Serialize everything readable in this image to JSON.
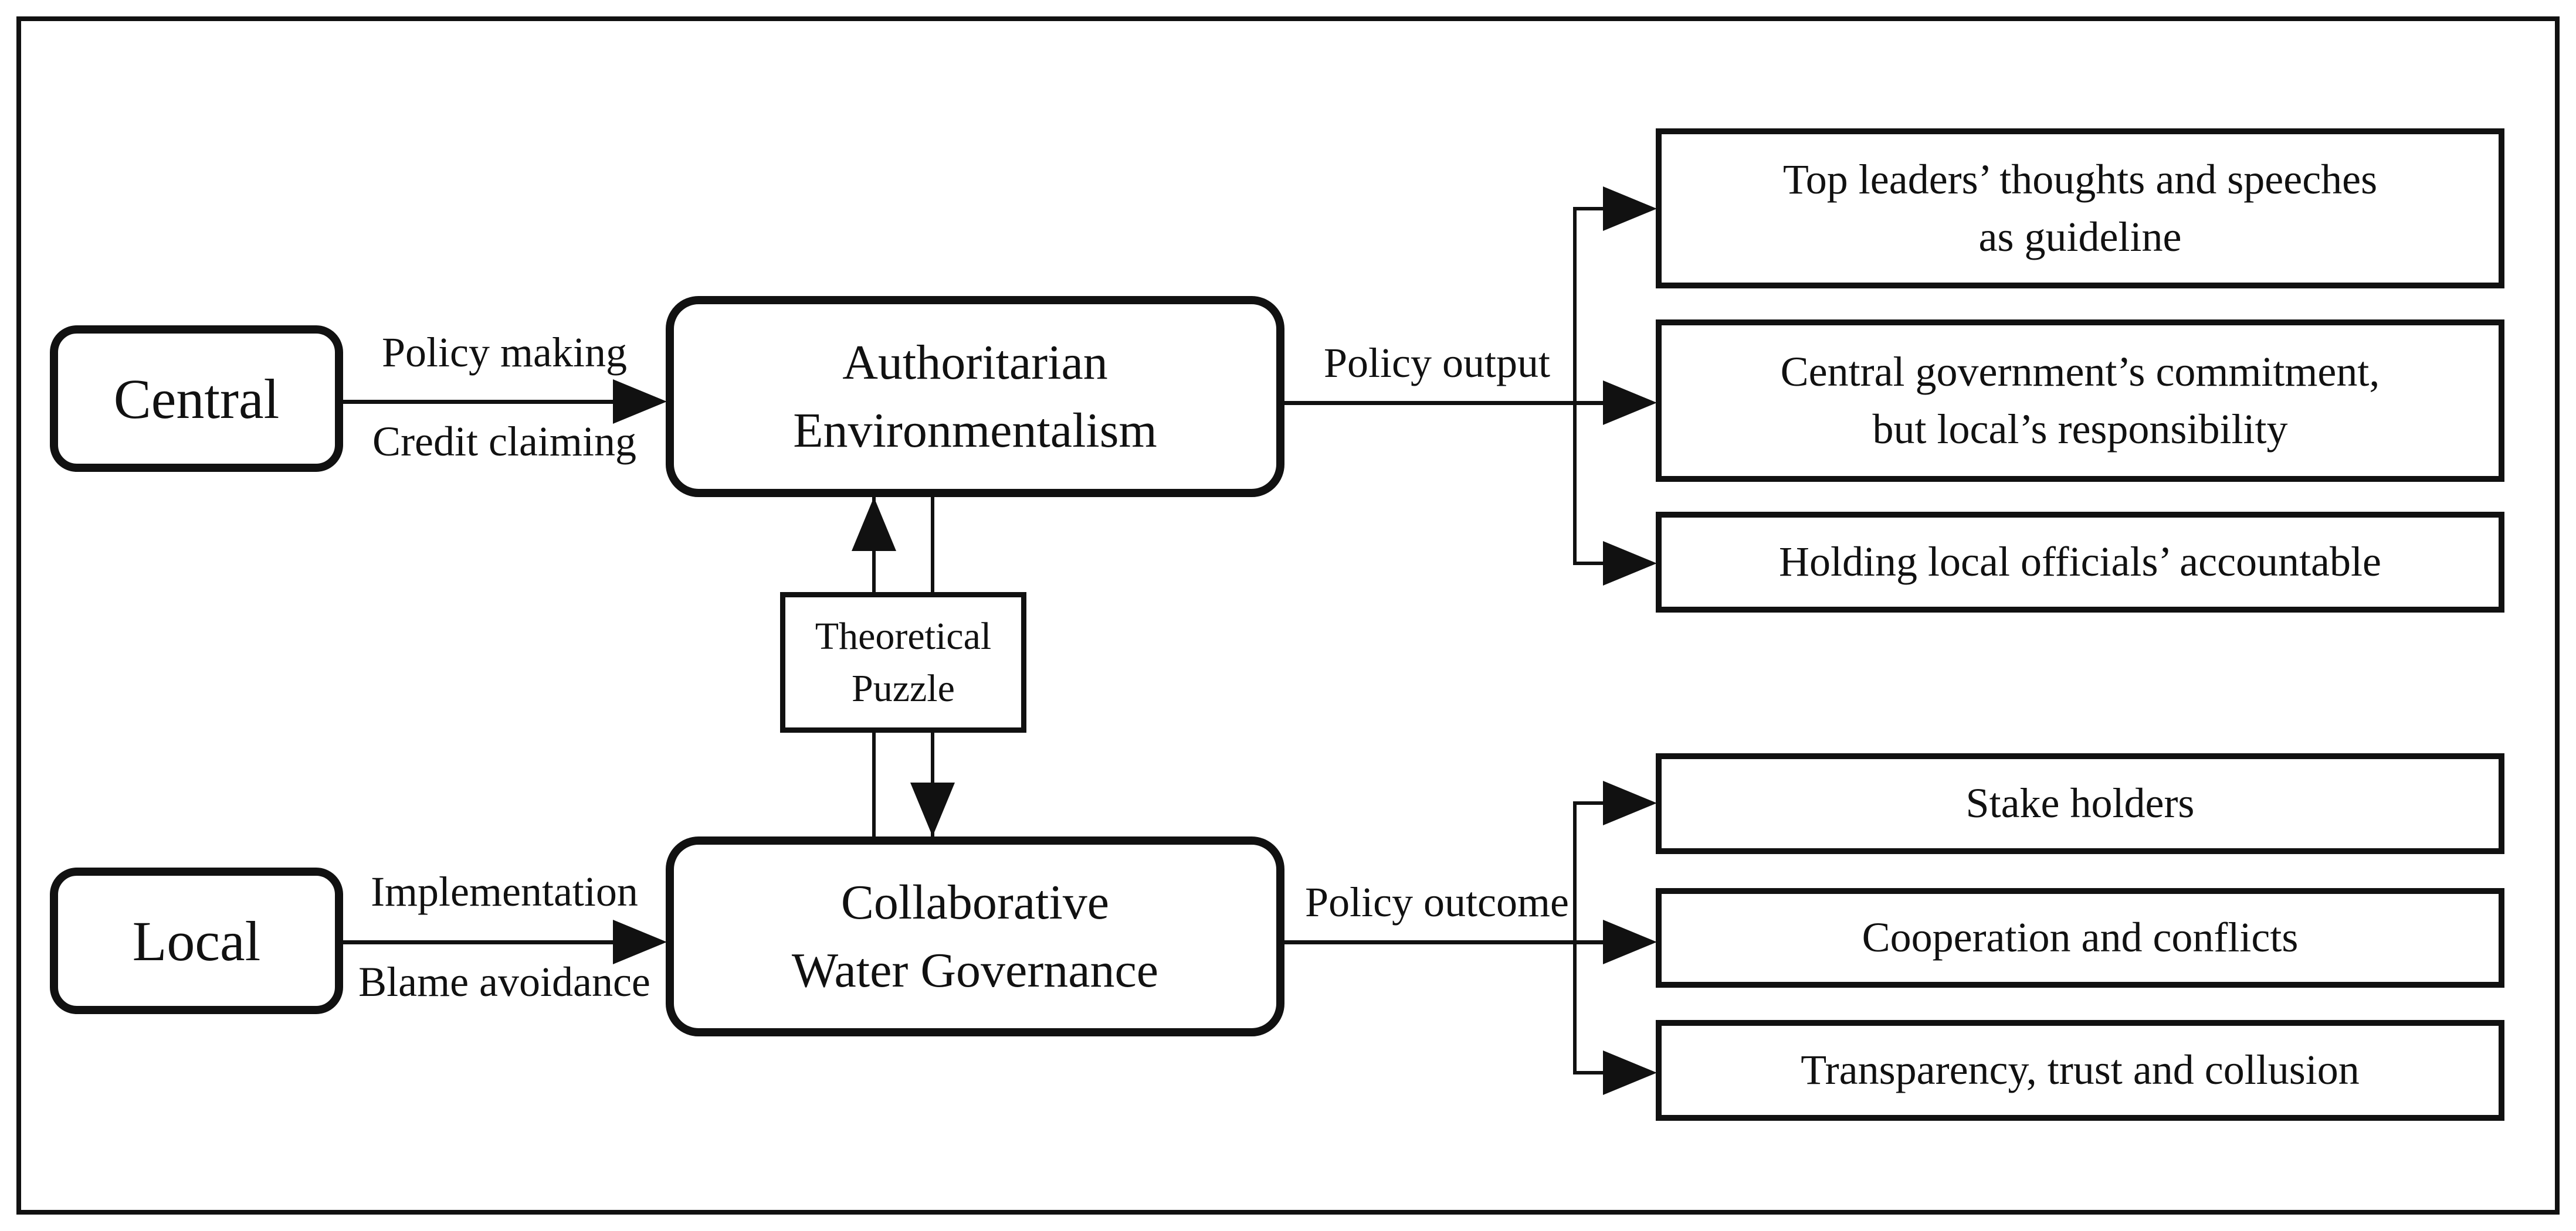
{
  "diagram": {
    "nodes": {
      "central": "Central",
      "local": "Local",
      "authoritarian": [
        "Authoritarian",
        "Environmentalism"
      ],
      "collaborative": [
        "Collaborative",
        "Water Governance"
      ],
      "puzzle": [
        "Theoretical",
        "Puzzle"
      ]
    },
    "edge_labels": {
      "policy_making": "Policy making",
      "credit_claiming": "Credit claiming",
      "implementation": "Implementation",
      "blame_avoidance": "Blame avoidance",
      "policy_output": "Policy output",
      "policy_outcome": "Policy outcome"
    },
    "policy_outputs": [
      [
        "Top leaders’ thoughts and speeches",
        "as guideline"
      ],
      [
        "Central government’s commitment,",
        "but local’s responsibility"
      ],
      [
        "Holding local officials’ accountable"
      ]
    ],
    "policy_outcomes": [
      [
        "Stake holders"
      ],
      [
        "Cooperation and conflicts"
      ],
      [
        "Transparency, trust and collusion"
      ]
    ]
  },
  "colors": {
    "ink": "#111111",
    "background": "#ffffff"
  }
}
